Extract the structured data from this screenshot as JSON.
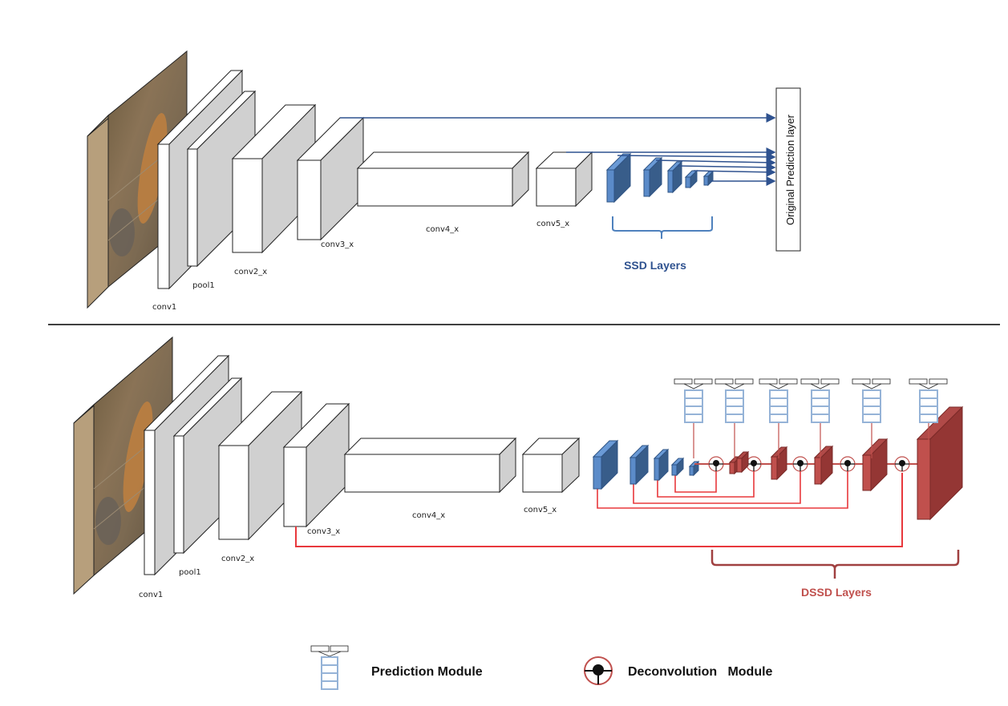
{
  "title": "SSD vs DSSD network architecture",
  "colors": {
    "ssd_blue": "#4f81bd",
    "ssd_blue_dark": "#385d8a",
    "dssd_red": "#943634",
    "connector_red": "#e8383c",
    "arrow_blue": "#2f528f",
    "pred_module_blue": "#95b3d7",
    "divider": "#404040"
  },
  "top_panel": {
    "name": "SSD",
    "layers": [
      {
        "id": "input",
        "label": ""
      },
      {
        "id": "conv1",
        "label": "conv1"
      },
      {
        "id": "pool1",
        "label": "pool1"
      },
      {
        "id": "conv2_x",
        "label": "conv2_x"
      },
      {
        "id": "conv3_x",
        "label": "conv3_x"
      },
      {
        "id": "conv4_x",
        "label": "conv4_x"
      },
      {
        "id": "conv5_x",
        "label": "conv5_x"
      }
    ],
    "ssd_layer_count": 5,
    "group_label": "SSD Layers",
    "prediction_box_label": "Original Prediction layer",
    "arrow_count": 7
  },
  "bottom_panel": {
    "name": "DSSD",
    "layers": [
      {
        "id": "input",
        "label": ""
      },
      {
        "id": "conv1",
        "label": "conv1"
      },
      {
        "id": "pool1",
        "label": "pool1"
      },
      {
        "id": "conv2_x",
        "label": "conv2_x"
      },
      {
        "id": "conv3_x",
        "label": "conv3_x"
      },
      {
        "id": "conv4_x",
        "label": "conv4_x"
      },
      {
        "id": "conv5_x",
        "label": "conv5_x"
      }
    ],
    "ssd_layer_count": 5,
    "deconv_layer_count": 6,
    "prediction_module_count": 6,
    "group_label": "DSSD Layers"
  },
  "legend": {
    "items": [
      {
        "icon": "prediction-module-icon",
        "label": "Prediction Module"
      },
      {
        "icon": "deconvolution-module-icon",
        "label": "Deconvolution   Module"
      }
    ]
  }
}
